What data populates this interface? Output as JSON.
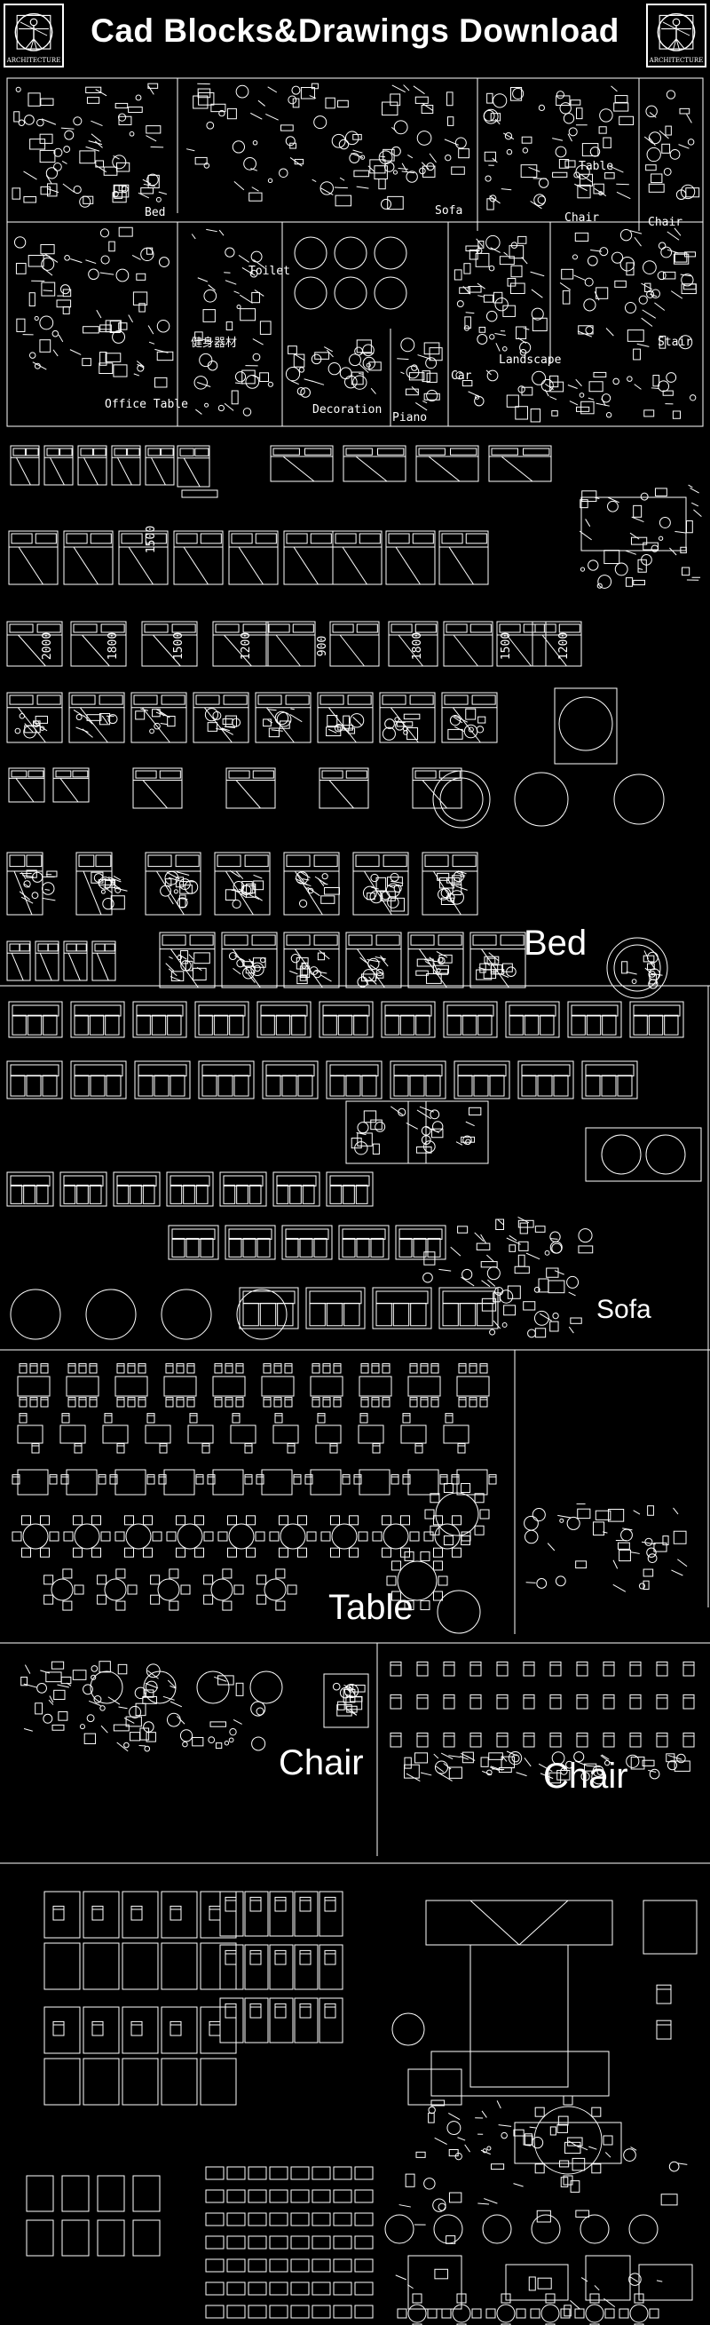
{
  "header": {
    "title": "Cad Blocks&Drawings Download",
    "logo_text": "ARCHITECTURE"
  },
  "overview": {
    "labels": {
      "bed": "Bed",
      "sofa": "Sofa",
      "table": "Table",
      "chair_a": "Chair",
      "chair_b": "Chair",
      "toilet": "Toilet",
      "fitness": "健身器材",
      "office_table": "Office Table",
      "decoration": "Decoration",
      "piano": "Piano",
      "landscape": "Landscape",
      "stair": "Stair",
      "car": "Car"
    }
  },
  "bed_section": {
    "label": "Bed",
    "size_labels": [
      "2000",
      "1800",
      "1500",
      "1200",
      "900",
      "1800",
      "1500",
      "1200",
      "1500"
    ]
  },
  "sofa_section": {
    "label": "Sofa"
  },
  "table_section": {
    "label": "Table"
  },
  "chair_section": {
    "label_left": "Chair",
    "label_right": "Chair"
  },
  "colors": {
    "background": "#000000",
    "linework": "#ffffff"
  }
}
